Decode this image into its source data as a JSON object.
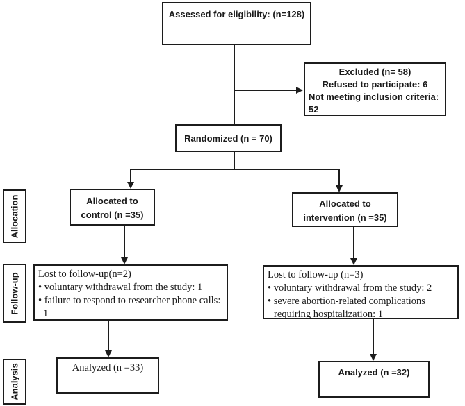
{
  "colors": {
    "ink": "#1c1c1c",
    "background": "#ffffff"
  },
  "flow": {
    "assessed": {
      "text": "Assessed for eligibility: (n=128)"
    },
    "excluded": {
      "lines": [
        "Excluded (n= 58)",
        "Refused to participate: 6",
        "Not meeting inclusion criteria:",
        "52"
      ]
    },
    "randomized": {
      "text": "Randomized (n = 70)"
    },
    "allocated_control": {
      "lines": [
        "Allocated to",
        "control (n =35)"
      ]
    },
    "allocated_intervention": {
      "lines": [
        "Allocated to",
        "intervention (n =35)"
      ]
    },
    "lost_control": {
      "lines": [
        "Lost to follow-up(n=2)",
        "• voluntary withdrawal from the study: 1",
        "• failure to respond to researcher phone calls:",
        "1"
      ]
    },
    "lost_intervention": {
      "lines": [
        "Lost to follow-up (n=3)",
        "• voluntary withdrawal from the study: 2",
        "• severe abortion-related complications",
        "requiring hospitalization: 1"
      ]
    },
    "analyzed_control": {
      "text": "Analyzed (n =33)"
    },
    "analyzed_intervention": {
      "text": "Analyzed (n =32)"
    }
  },
  "stage_labels": {
    "allocation": "Allocation",
    "followup": "Follow-up",
    "analysis": "Analysis"
  }
}
